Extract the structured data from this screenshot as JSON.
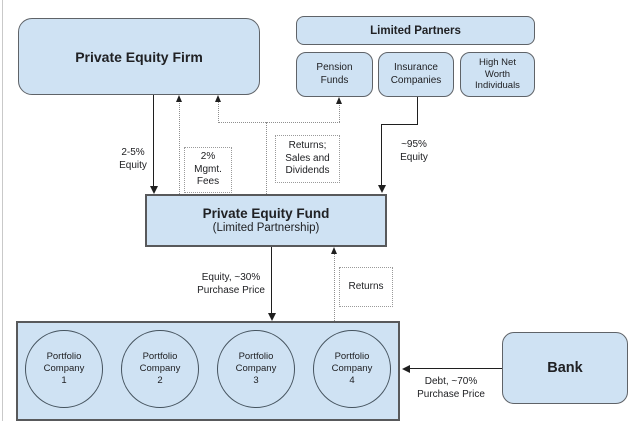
{
  "colors": {
    "shape_fill": "#cfe2f3",
    "rounded_border": "#5f6368",
    "rect_border": "#58595b",
    "dotted_line": "#8f8f8f",
    "solid_line": "#1f1f1f",
    "page_edge": "#c9c9c9"
  },
  "nodes": {
    "pe_firm": {
      "label": "Private Equity Firm"
    },
    "limited_partners": {
      "label": "Limited Partners"
    },
    "pension_funds": {
      "label": "Pension\nFunds"
    },
    "insurance_companies": {
      "label": "Insurance\nCompanies"
    },
    "high_net_worth": {
      "label": "High Net\nWorth\nIndividuals"
    },
    "pe_fund": {
      "title": "Private Equity Fund",
      "subtitle": "(Limited Partnership)"
    },
    "portfolio_companies": [
      {
        "label": "Portfolio\nCompany\n1"
      },
      {
        "label": "Portfolio\nCompany\n2"
      },
      {
        "label": "Portfolio\nCompany\n3"
      },
      {
        "label": "Portfolio\nCompany\n4"
      }
    ],
    "bank": {
      "label": "Bank"
    }
  },
  "edge_labels": {
    "equity_2_5": "2-5%\nEquity",
    "mgmt_fees": "2%\nMgmt.\nFees",
    "returns_sales_dividends": "Returns;\nSales and\nDividends",
    "equity_95": "~95%\nEquity",
    "equity_30_purchase": "Equity, ~30%\nPurchase Price",
    "returns": "Returns",
    "debt_70_purchase": "Debt, ~70%\nPurchase Price"
  }
}
